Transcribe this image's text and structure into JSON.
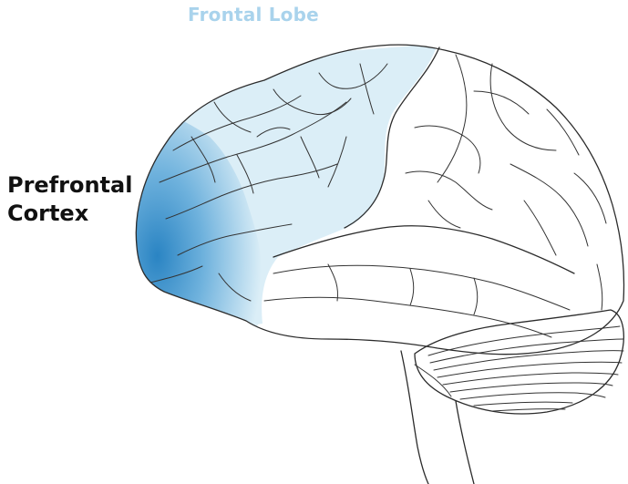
{
  "labels": {
    "frontal_lobe": "Frontal Lobe",
    "prefrontal_line1": "Prefrontal",
    "prefrontal_line2": "Cortex"
  },
  "colors": {
    "frontal_lobe_fill": "#dbeef7",
    "prefrontal_fill": "#2b86c4",
    "frontal_label": "#a9d3ec",
    "outline": "#2b2b2b"
  }
}
